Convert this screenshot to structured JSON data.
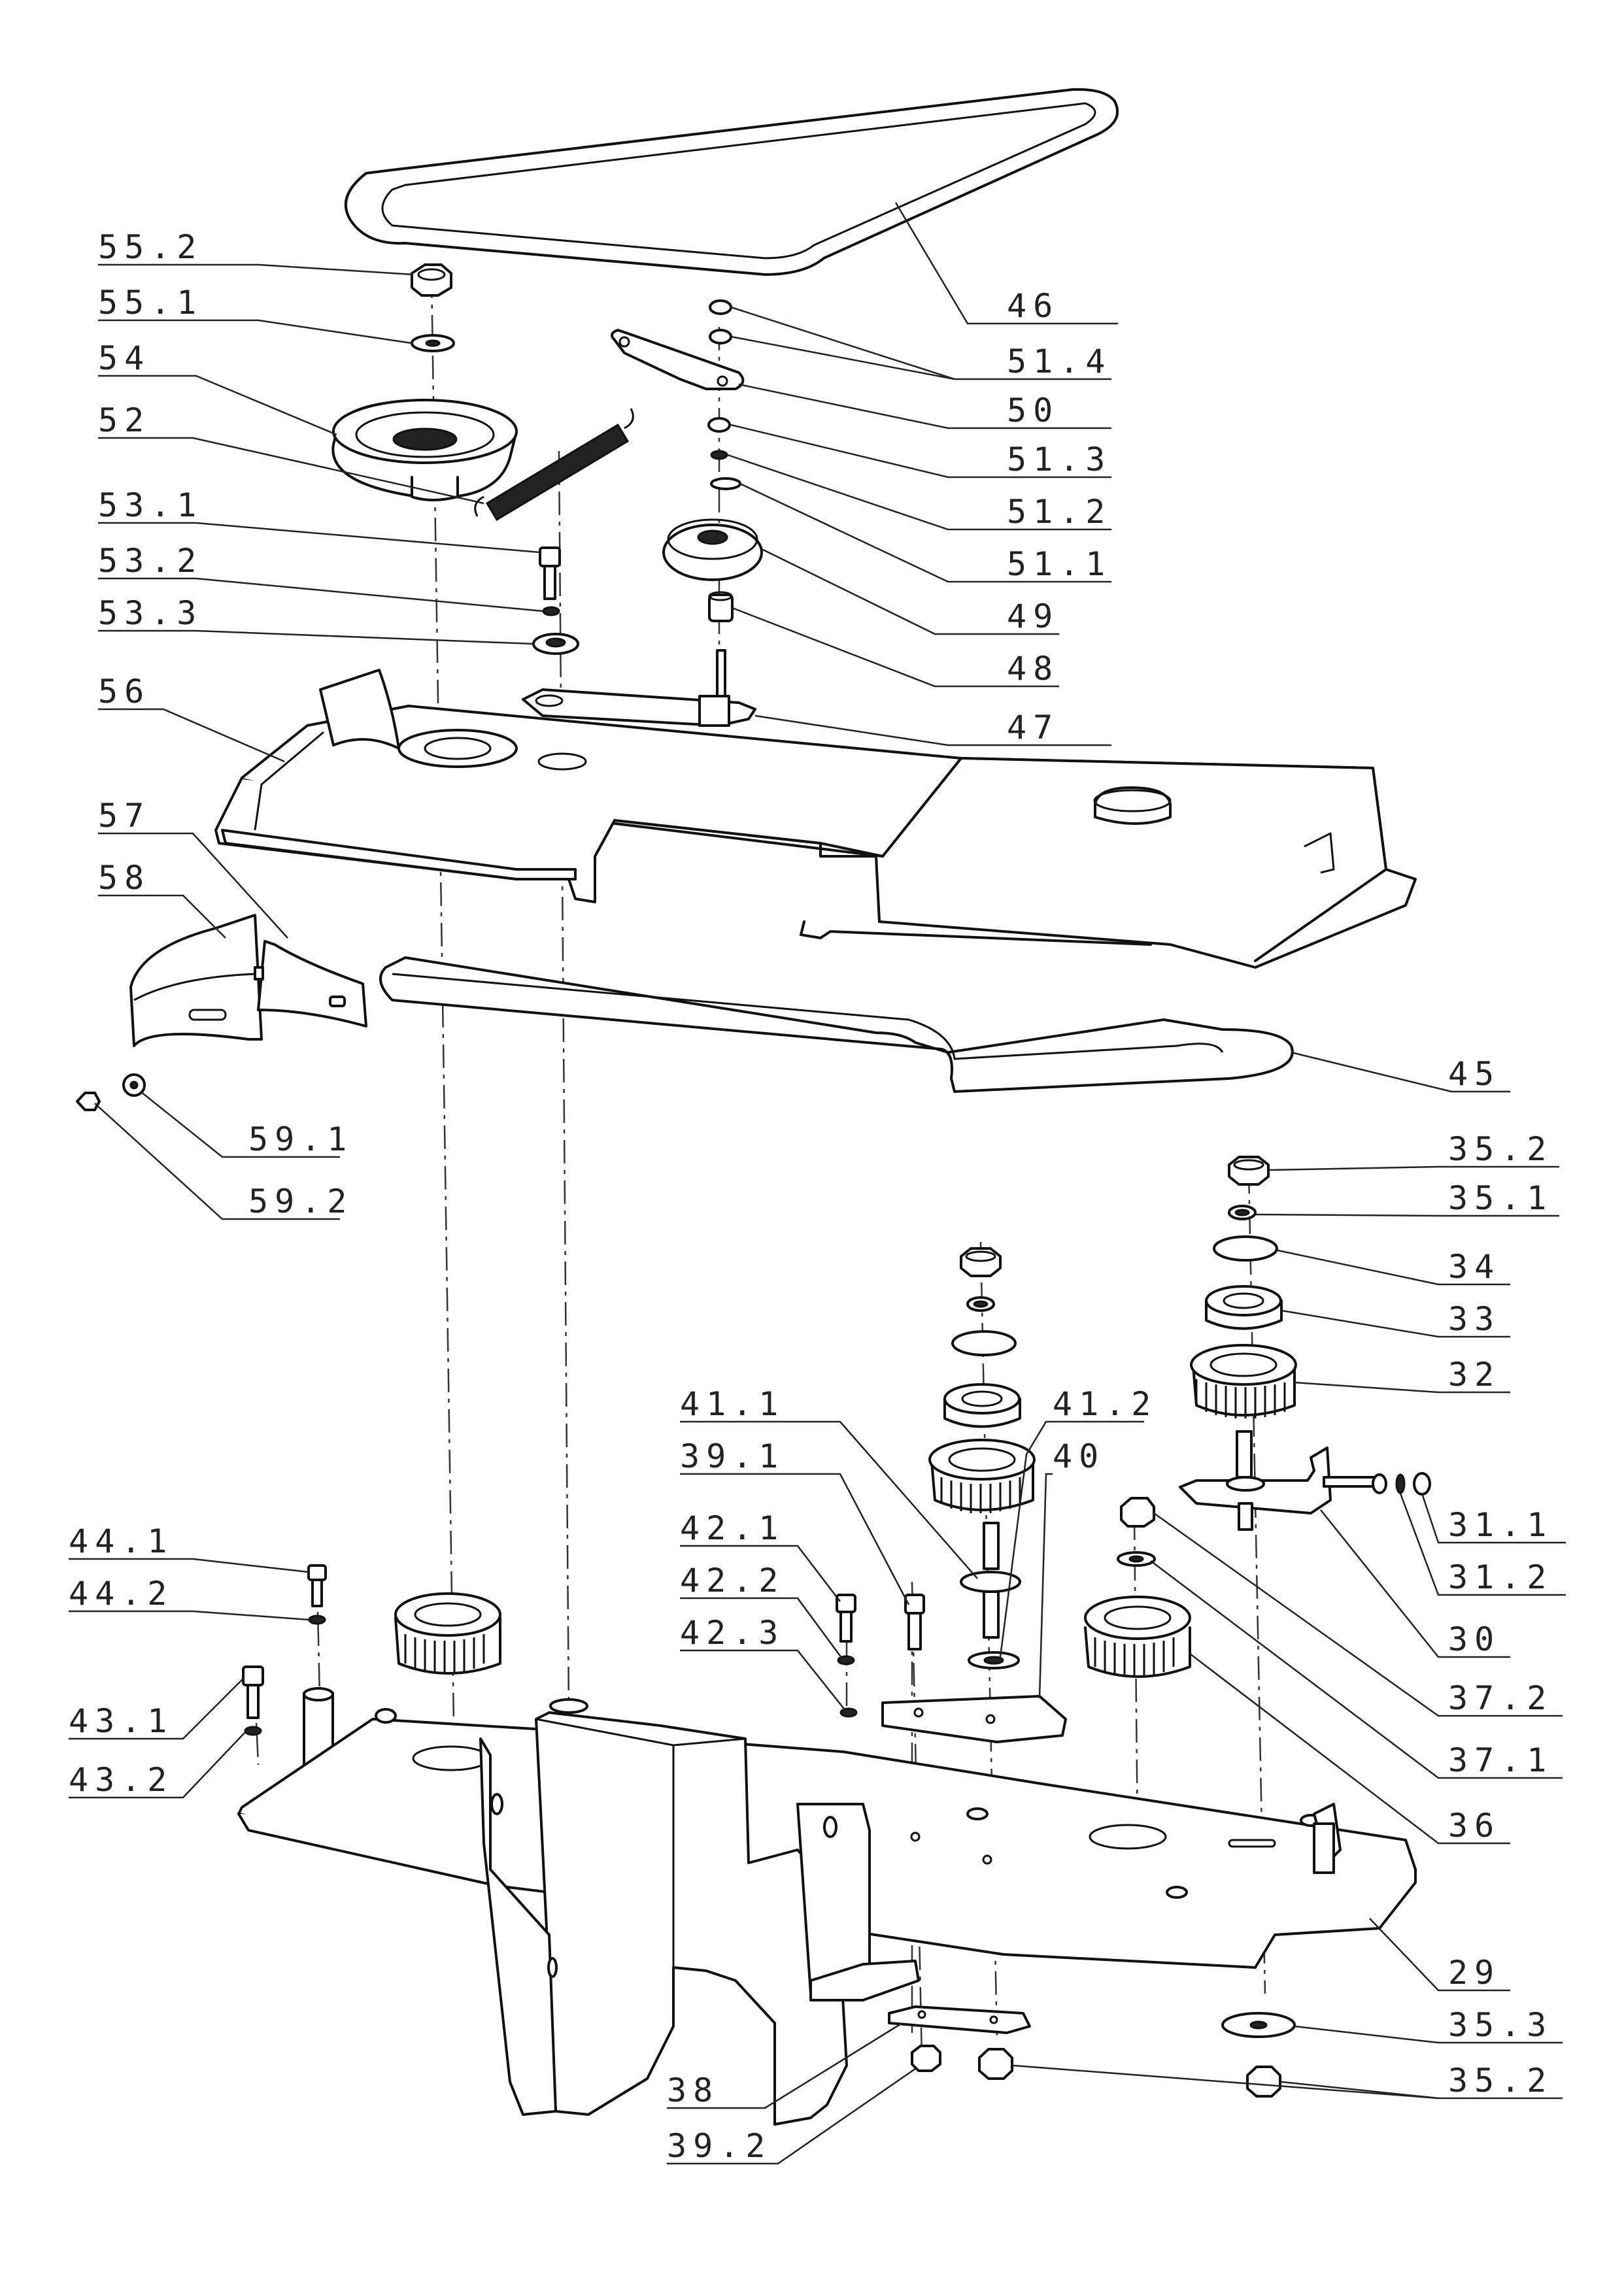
{
  "callouts": {
    "c_55_2": "55.2",
    "c_55_1": "55.1",
    "c_54": "54",
    "c_52": "52",
    "c_53_1": "53.1",
    "c_53_2": "53.2",
    "c_53_3": "53.3",
    "c_56": "56",
    "c_57": "57",
    "c_58": "58",
    "c_59_1": "59.1",
    "c_59_2": "59.2",
    "c_46": "46",
    "c_51_4": "51.4",
    "c_50": "50",
    "c_51_3": "51.3",
    "c_51_2": "51.2",
    "c_51_1": "51.1",
    "c_49": "49",
    "c_48": "48",
    "c_47": "47",
    "c_45": "45",
    "c_35_2a": "35.2",
    "c_35_1": "35.1",
    "c_34": "34",
    "c_33": "33",
    "c_32": "32",
    "c_41_1": "41.1",
    "c_41_2": "41.2",
    "c_39_1": "39.1",
    "c_40": "40",
    "c_31_1": "31.1",
    "c_31_2": "31.2",
    "c_30": "30",
    "c_44_1": "44.1",
    "c_44_2": "44.2",
    "c_42_1": "42.1",
    "c_42_2": "42.2",
    "c_42_3": "42.3",
    "c_43_1": "43.1",
    "c_43_2": "43.2",
    "c_37_2": "37.2",
    "c_37_1": "37.1",
    "c_36": "36",
    "c_29": "29",
    "c_35_3": "35.3",
    "c_35_2b": "35.2",
    "c_38": "38",
    "c_39_2": "39.2"
  },
  "colors": {
    "line": "#111111",
    "background": "#ffffff"
  }
}
